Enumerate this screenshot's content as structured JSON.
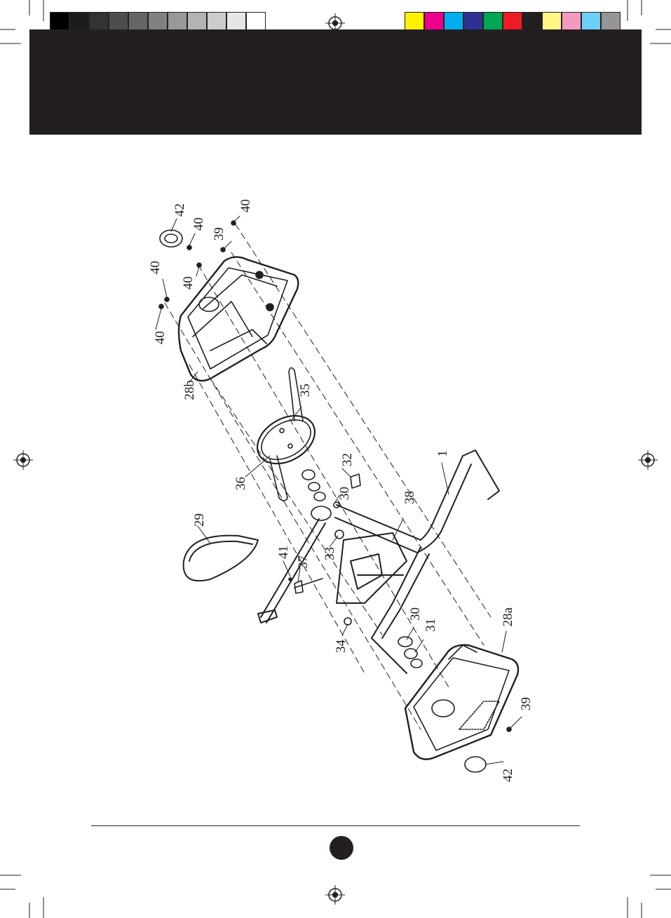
{
  "colors": {
    "ink": "#231f20",
    "grayscale_bar": [
      "#000000",
      "#1c1c1c",
      "#333333",
      "#4d4d4d",
      "#666666",
      "#808080",
      "#999999",
      "#b3b3b3",
      "#cccccc",
      "#e6e6e6",
      "#ffffff"
    ],
    "color_bar": [
      "#fff200",
      "#ec008c",
      "#00aeef",
      "#2e3192",
      "#00a651",
      "#ed1c24",
      "#231f20",
      "#fff685",
      "#f49ac1",
      "#6dcff6",
      "#959595"
    ]
  },
  "icons": [
    "registration-mark-icon"
  ],
  "diagram": {
    "part_labels": [
      {
        "id": "42_top",
        "text": "42"
      },
      {
        "id": "40_a",
        "text": "40"
      },
      {
        "id": "40_b",
        "text": "40"
      },
      {
        "id": "39_top",
        "text": "39"
      },
      {
        "id": "40_c",
        "text": "40"
      },
      {
        "id": "40_d",
        "text": "40"
      },
      {
        "id": "40_e",
        "text": "40"
      },
      {
        "id": "28b",
        "text": "28b"
      },
      {
        "id": "35",
        "text": "35"
      },
      {
        "id": "36",
        "text": "36"
      },
      {
        "id": "32",
        "text": "32"
      },
      {
        "id": "30_top",
        "text": "30"
      },
      {
        "id": "1",
        "text": "1"
      },
      {
        "id": "38",
        "text": "38"
      },
      {
        "id": "29",
        "text": "29"
      },
      {
        "id": "41",
        "text": "41"
      },
      {
        "id": "37",
        "text": "37"
      },
      {
        "id": "33",
        "text": "33"
      },
      {
        "id": "30_bottom",
        "text": "30"
      },
      {
        "id": "31",
        "text": "31"
      },
      {
        "id": "34",
        "text": "34"
      },
      {
        "id": "28a",
        "text": "28a"
      },
      {
        "id": "39_bottom",
        "text": "39"
      },
      {
        "id": "42_bottom",
        "text": "42"
      }
    ]
  }
}
